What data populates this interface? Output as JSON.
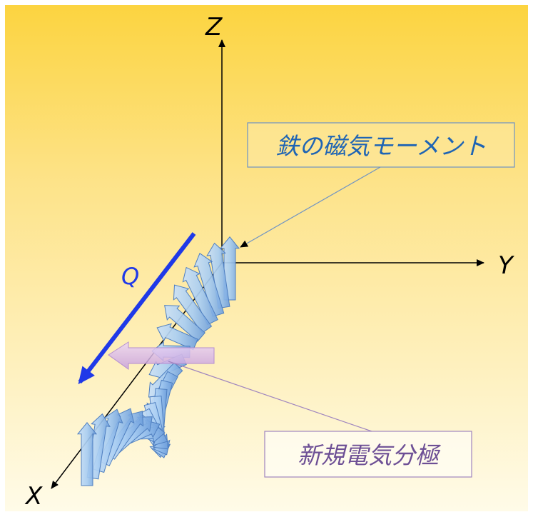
{
  "diagram": {
    "axes": {
      "z": "Z",
      "y": "Y",
      "x": "X"
    },
    "wave_vector": "Q",
    "callouts": {
      "magnetic_moment": "鉄の磁気モーメント",
      "polarization": "新規電気分極"
    },
    "colors": {
      "background_top": "#fcd440",
      "background_bottom": "#fffbe8",
      "q_arrow": "#1f39e8",
      "spin_fill": "#9cc3ee",
      "spin_edge": "#4f7fc0",
      "polarization_fill": "#d9b6e8",
      "magnetic_callout_border": "#6e93c4",
      "polarization_callout_border": "#9f85bf",
      "polarization_text": "#6d4f95"
    }
  }
}
